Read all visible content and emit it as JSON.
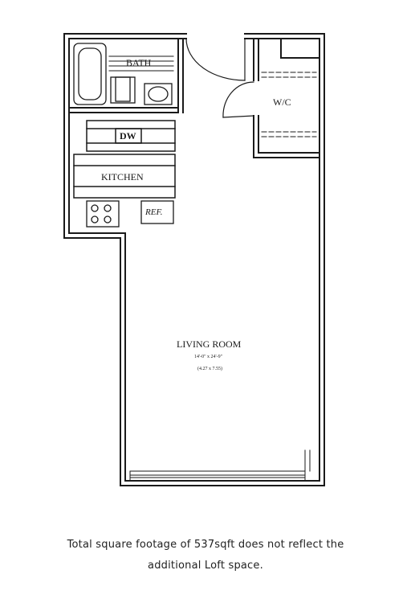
{
  "plan": {
    "rooms": {
      "bath": "BATH",
      "closet": "W/C",
      "dishwasher": "DW",
      "kitchen": "KITCHEN",
      "refrigerator": "REF.",
      "living_room": "LIVING ROOM",
      "living_dims_imperial": "14'-0\" x 24'-9\"",
      "living_dims_metric": "(4.27 x 7.55)"
    }
  },
  "caption": {
    "line1": "Total square footage of 537sqft does not reflect the",
    "line2": "additional Loft space."
  }
}
